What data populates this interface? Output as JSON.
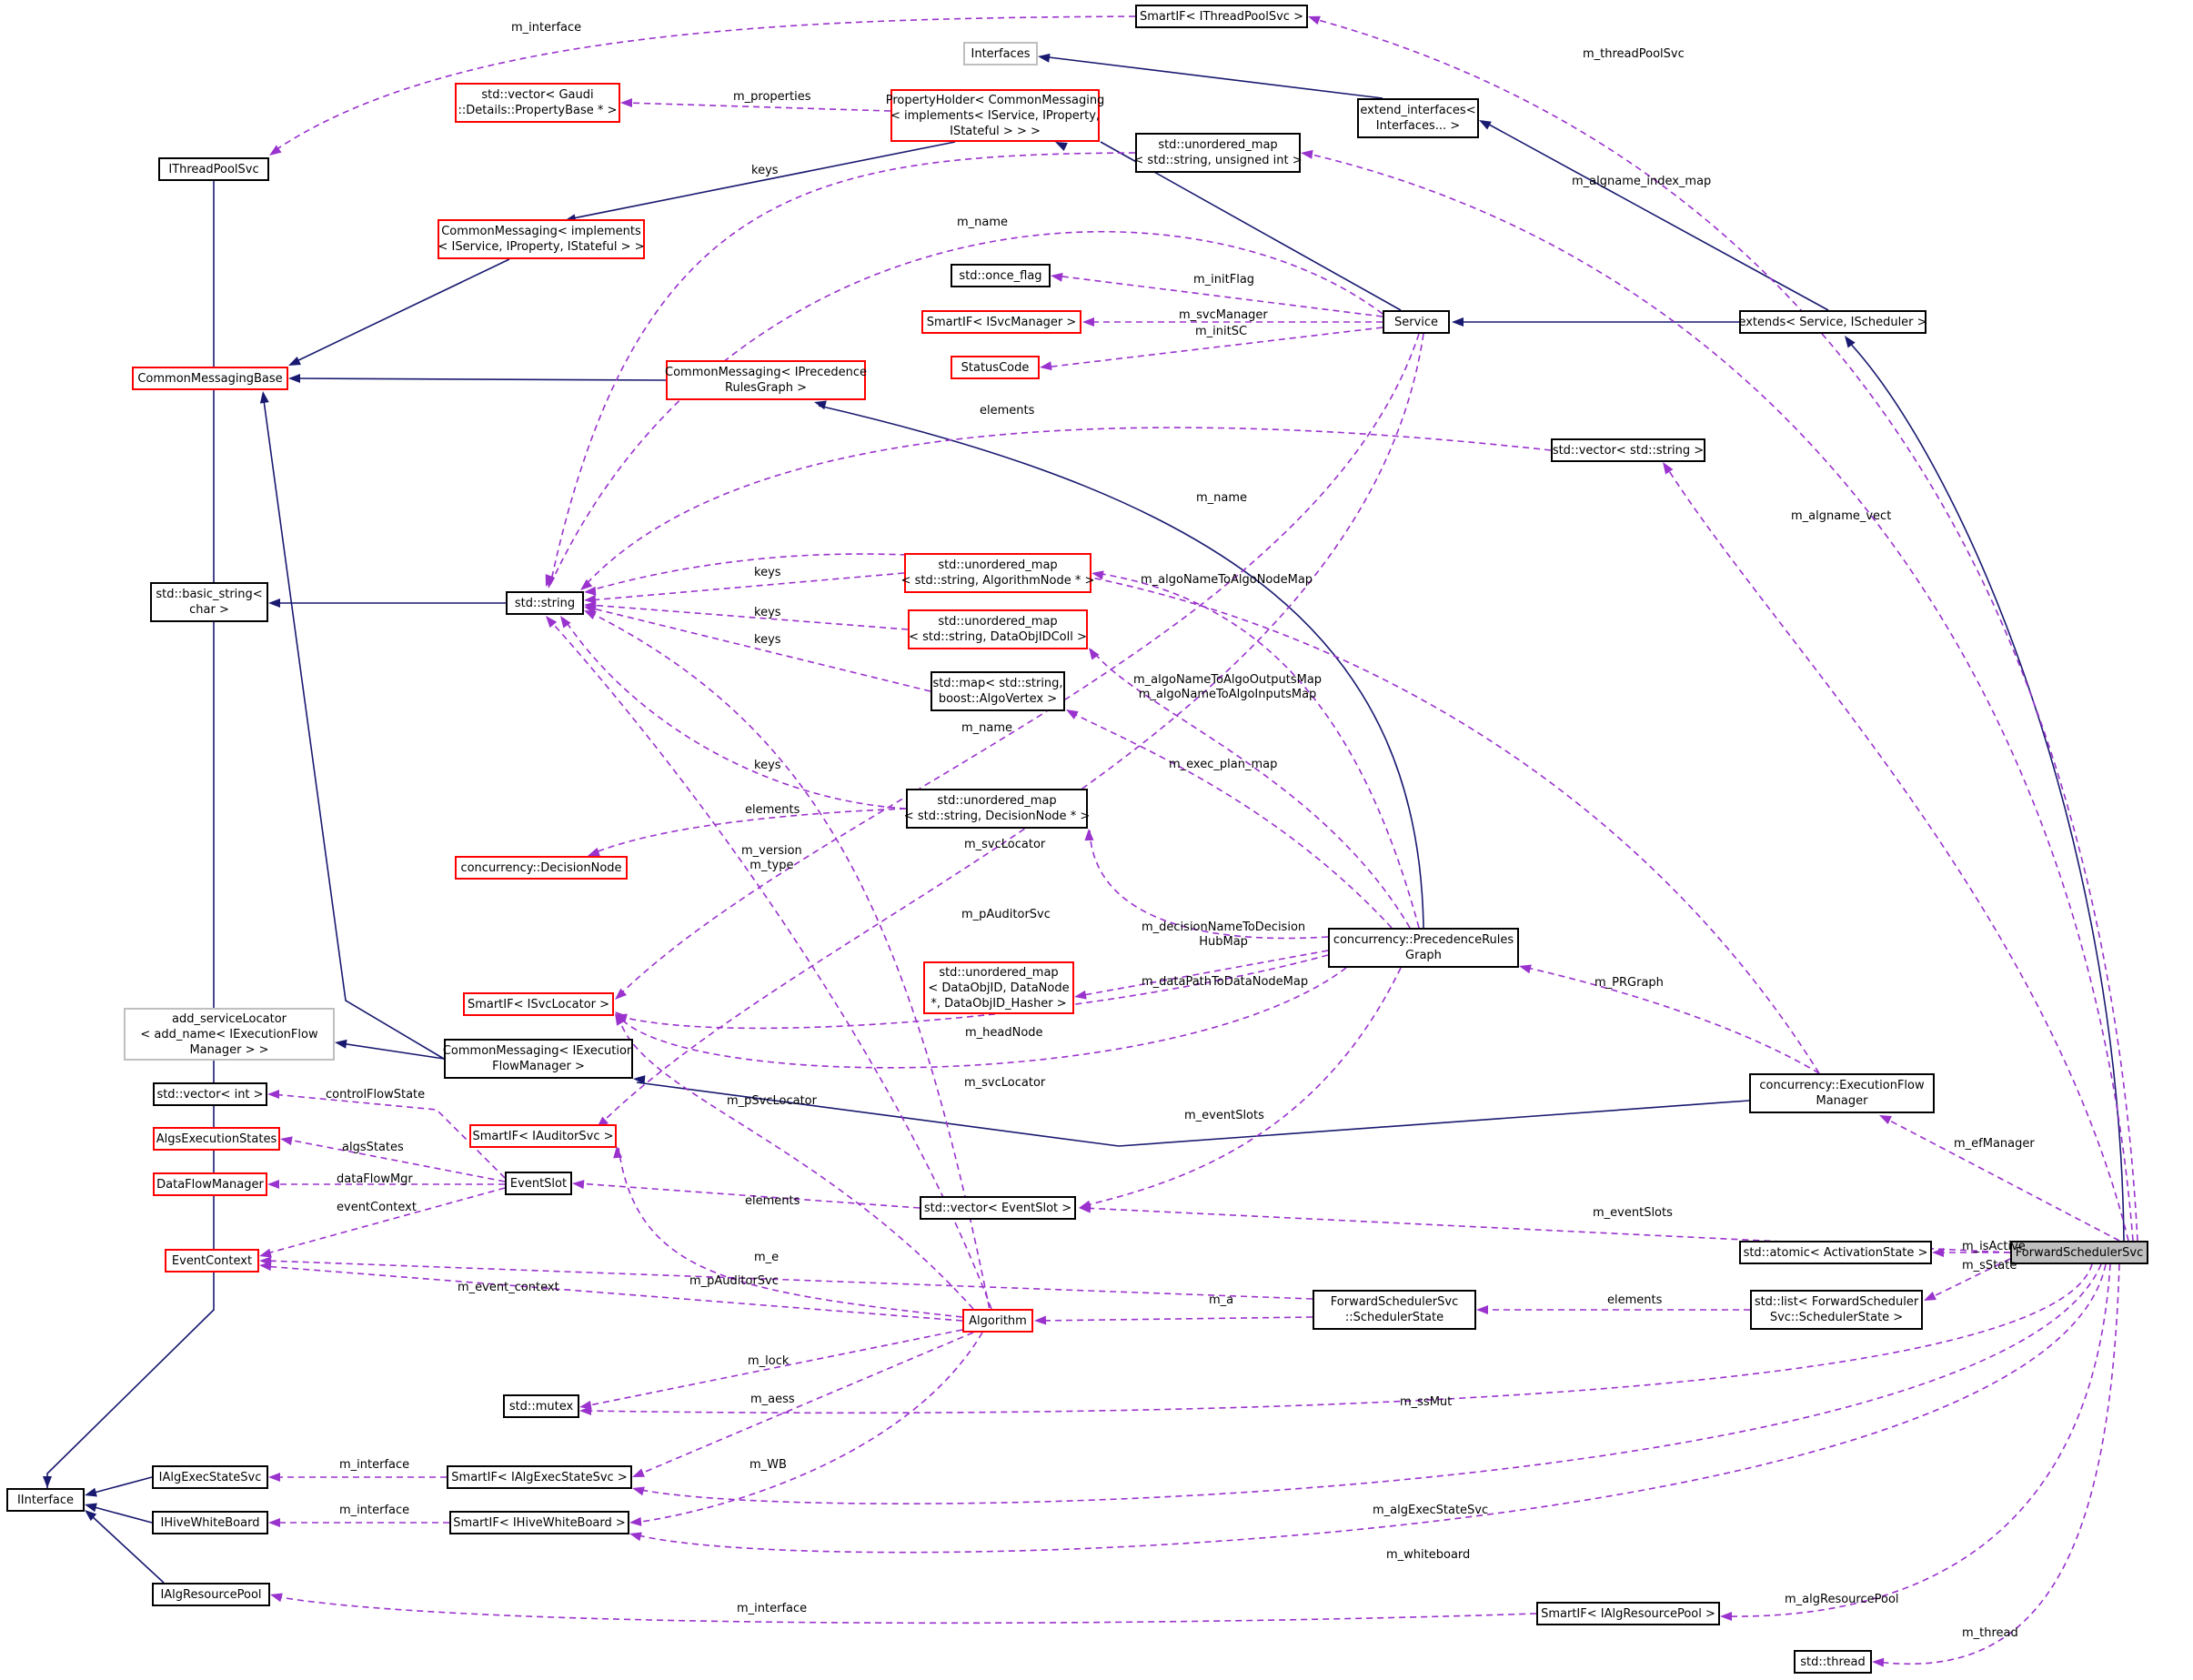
{
  "colors": {
    "inherit": "#191970",
    "usage": "#9a32cd",
    "node_border": "#000000",
    "undocumented_border": "#ff0000",
    "external_border": "#bfbfbf",
    "focus_fill": "#bfbfbf"
  },
  "nodes": {
    "smartif_threadpool": [
      "SmartIF< IThreadPoolSvc >"
    ],
    "interfaces": [
      "Interfaces"
    ],
    "ithreadpoolsvc": [
      "IThreadPoolSvc"
    ],
    "vector_propertybase": [
      "std::vector< Gaudi",
      "::Details::PropertyBase * >"
    ],
    "propertyholder": [
      "PropertyHolder< CommonMessaging",
      "< implements< IService, IProperty,",
      "IStateful > > >"
    ],
    "extend_interfaces": [
      "extend_interfaces<",
      "Interfaces... >"
    ],
    "unordered_map_uint": [
      "std::unordered_map",
      "< std::string, unsigned int >"
    ],
    "commonmessaging_impl": [
      "CommonMessaging< implements",
      "< IService, IProperty, IStateful > >"
    ],
    "once_flag": [
      "std::once_flag"
    ],
    "smartif_svcmanager": [
      "SmartIF< ISvcManager >"
    ],
    "service": [
      "Service"
    ],
    "extends_scheduler": [
      "extends< Service, IScheduler >"
    ],
    "statuscode": [
      "StatusCode"
    ],
    "commonmessagingbase": [
      "CommonMessagingBase"
    ],
    "commonmessaging_prg": [
      "CommonMessaging< IPrecedence",
      "RulesGraph >"
    ],
    "vector_string": [
      "std::vector< std::string >"
    ],
    "basic_string": [
      "std::basic_string<",
      "char >"
    ],
    "std_string": [
      "std::string"
    ],
    "unordered_map_algonode": [
      "std::unordered_map",
      "< std::string, AlgorithmNode * >"
    ],
    "unordered_map_dataobjidcoll": [
      "std::unordered_map",
      "< std::string, DataObjIDColl >"
    ],
    "map_algovertex": [
      "std::map< std::string,",
      "boost::AlgoVertex >"
    ],
    "unordered_map_decisionnode": [
      "std::unordered_map",
      "< std::string, DecisionNode * >"
    ],
    "decisionnode": [
      "concurrency::DecisionNode"
    ],
    "precedencerulesgraph": [
      "concurrency::PrecedenceRules",
      "Graph"
    ],
    "smartif_svclocator": [
      "SmartIF< ISvcLocator >"
    ],
    "unordered_map_datanode": [
      "std::unordered_map",
      "< DataObjID, DataNode",
      "*, DataObjID_Hasher >"
    ],
    "add_servicelocator": [
      "add_serviceLocator",
      "< add_name< IExecutionFlow",
      "Manager > >"
    ],
    "commonmessaging_efm": [
      "CommonMessaging< IExecution",
      "FlowManager >"
    ],
    "vector_int": [
      "std::vector< int >"
    ],
    "executionflowmanager": [
      "concurrency::ExecutionFlow",
      "Manager"
    ],
    "smartif_auditor": [
      "SmartIF< IAuditorSvc >"
    ],
    "algsexecutionstates": [
      "AlgsExecutionStates"
    ],
    "dataflowmanager": [
      "DataFlowManager"
    ],
    "eventslot": [
      "EventSlot"
    ],
    "vector_eventslot": [
      "std::vector< EventSlot >"
    ],
    "eventcontext": [
      "EventContext"
    ],
    "atomic_activation": [
      "std::atomic< ActivationState >"
    ],
    "forwardschedulersvc": [
      "ForwardSchedulerSvc"
    ],
    "schedulerstate": [
      "ForwardSchedulerSvc",
      "::SchedulerState"
    ],
    "list_schedulerstate": [
      "std::list< ForwardScheduler",
      "Svc::SchedulerState >"
    ],
    "algorithm": [
      "Algorithm"
    ],
    "mutex": [
      "std::mutex"
    ],
    "ialgexecstatesvc": [
      "IAlgExecStateSvc"
    ],
    "smartif_algexecstate": [
      "SmartIF< IAlgExecStateSvc >"
    ],
    "iinterface": [
      "IInterface"
    ],
    "ihivewhiteboard": [
      "IHiveWhiteBoard"
    ],
    "smartif_whiteboard": [
      "SmartIF< IHiveWhiteBoard >"
    ],
    "ialgresourcepool": [
      "IAlgResourcePool"
    ],
    "smartif_algresourcepool": [
      "SmartIF< IAlgResourcePool >"
    ],
    "std_thread": [
      "std::thread"
    ]
  },
  "labels": {
    "m_interface_threadpool": [
      "m_interface"
    ],
    "m_threadpoolsvc": [
      "m_threadPoolSvc"
    ],
    "m_properties": [
      "m_properties"
    ],
    "keys_top": [
      "keys"
    ],
    "m_algname_index_map": [
      "m_algname_index_map"
    ],
    "m_name_top": [
      "m_name"
    ],
    "m_initflag": [
      "m_initFlag"
    ],
    "m_svcmanager": [
      "m_svcManager"
    ],
    "m_initsc": [
      "m_initSC"
    ],
    "elements_vs": [
      "elements"
    ],
    "m_name_mid": [
      "m_name"
    ],
    "m_algname_vect": [
      "m_algname_vect"
    ],
    "keys_algonode": [
      "keys"
    ],
    "m_algonametoalgonodemap": [
      "m_algoNameToAlgoNodeMap"
    ],
    "keys_dataobj": [
      "keys"
    ],
    "keys_algovertex": [
      "keys"
    ],
    "m_algoname_inputs": [
      "m_algoNameToAlgoOutputsMap",
      "m_algoNameToAlgoInputsMap"
    ],
    "m_name_low": [
      "m_name"
    ],
    "m_exec_plan_map": [
      "m_exec_plan_map"
    ],
    "keys_decision": [
      "keys"
    ],
    "elements_decision": [
      "elements"
    ],
    "m_version_type": [
      "m_version",
      "m_type"
    ],
    "m_svclocator_top": [
      "m_svcLocator"
    ],
    "m_pauditorsvc_top": [
      "m_pAuditorSvc"
    ],
    "m_decisionnametodecisionhubmap": [
      "m_decisionNameToDecision",
      "HubMap"
    ],
    "m_prgraph": [
      "m_PRGraph"
    ],
    "m_datapathtodatanodemap": [
      "m_dataPathToDataNodeMap"
    ],
    "m_headnode": [
      "m_headNode"
    ],
    "m_svclocator_low": [
      "m_svcLocator"
    ],
    "controlflowstate": [
      "controlFlowState"
    ],
    "m_psvclocator": [
      "m_pSvcLocator"
    ],
    "m_eventslots_prg": [
      "m_eventSlots"
    ],
    "m_efmanager": [
      "m_efManager"
    ],
    "algsstates": [
      "algsStates"
    ],
    "dataflowmgr": [
      "dataFlowMgr"
    ],
    "eventcontext_lbl": [
      "eventContext"
    ],
    "elements_eventslot": [
      "elements"
    ],
    "m_eventslots_fs": [
      "m_eventSlots"
    ],
    "m_isactive": [
      "m_isActive"
    ],
    "m_sstate": [
      "m_sState"
    ],
    "m_e": [
      "m_e"
    ],
    "m_event_context": [
      "m_event_context"
    ],
    "m_pauditorsvc_low": [
      "m_pAuditorSvc"
    ],
    "m_a": [
      "m_a"
    ],
    "elements_list": [
      "elements"
    ],
    "m_lock": [
      "m_lock"
    ],
    "m_aess": [
      "m_aess"
    ],
    "m_ssmut": [
      "m_ssMut"
    ],
    "m_interface_aes": [
      "m_interface"
    ],
    "m_wb": [
      "m_WB"
    ],
    "m_algexecstatesvc": [
      "m_algExecStateSvc"
    ],
    "m_interface_wb": [
      "m_interface"
    ],
    "m_whiteboard": [
      "m_whiteboard"
    ],
    "m_algresourcepool": [
      "m_algResourcePool"
    ],
    "m_interface_arp": [
      "m_interface"
    ],
    "m_thread": [
      "m_thread"
    ]
  }
}
